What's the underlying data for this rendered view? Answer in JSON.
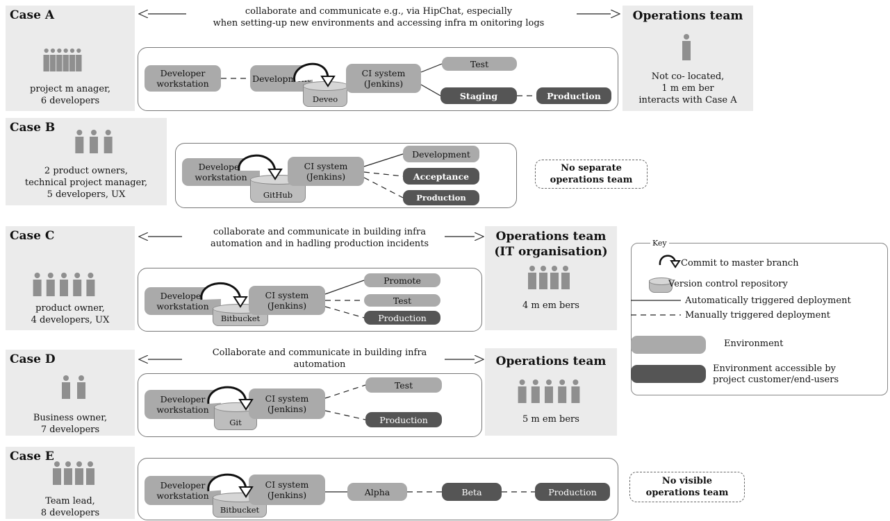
{
  "case_a": {
    "title": "Case A",
    "team": "project m anager,\n6 developers",
    "communication": "collaborate and communicate e.g., via HipChat, especially\nwhen setting-up new environments and accessing infra m onitoring logs",
    "ops_title": "Operations team",
    "ops_desc": "Not co- located,\n1 m em ber\ninteracts with Case A",
    "workstation": "Developer\nworkstation",
    "ci_left": "Development",
    "repo": "Deveo",
    "ci": "CI system\n(Jenkins)",
    "envs": [
      "Test",
      "Staging",
      "Production"
    ]
  },
  "case_b": {
    "title": "Case B",
    "team": "2 product owners,\ntechnical project manager,\n5 developers, UX",
    "workstation": "Developer\nworkstation",
    "repo": "GitHub",
    "ci": "CI system\n(Jenkins)",
    "envs": [
      "Development",
      "Acceptance",
      "Production"
    ],
    "no_ops": "No separate\noperations team"
  },
  "case_c": {
    "title": "Case C",
    "team": "product owner,\n4 developers, UX",
    "communication": "collaborate and communicate in building infra\nautomation and in hadling production incidents",
    "ops_title": "Operations team\n(IT organisation)",
    "ops_desc": "4 m em bers",
    "workstation": "Developer\nworkstation",
    "repo": "Bitbucket",
    "ci": "CI system\n(Jenkins)",
    "envs": [
      "Promote",
      "Test",
      "Production"
    ]
  },
  "case_d": {
    "title": "Case D",
    "team": "Business owner,\n7 developers",
    "communication": "Collaborate and communicate in building infra\nautomation",
    "ops_title": "Operations team",
    "ops_desc": "5 m em bers",
    "workstation": "Developer\nworkstation",
    "repo": "Git",
    "ci": "CI system\n(Jenkins)",
    "envs": [
      "Test",
      "Production"
    ]
  },
  "case_e": {
    "title": "Case E",
    "team": "Team lead,\n8 developers",
    "workstation": "Developer\nworkstation",
    "repo": "Bitbucket",
    "ci": "CI system\n(Jenkins)",
    "envs": [
      "Alpha",
      "Beta",
      "Production"
    ],
    "no_ops": "No visible\noperations team"
  },
  "key": {
    "title": "Key",
    "commit": "Commit to master branch",
    "repo": "Version control repository",
    "auto": "Automatically triggered deployment",
    "manual": "Manually triggered deployment",
    "env": "Environment",
    "env_customer": "Environment accessible by\nproject customer/end-users"
  },
  "colors": {
    "panel": "#ebebeb",
    "env": "#aaaaaa",
    "env_dark": "#555555",
    "people": "#8f8f8f"
  }
}
